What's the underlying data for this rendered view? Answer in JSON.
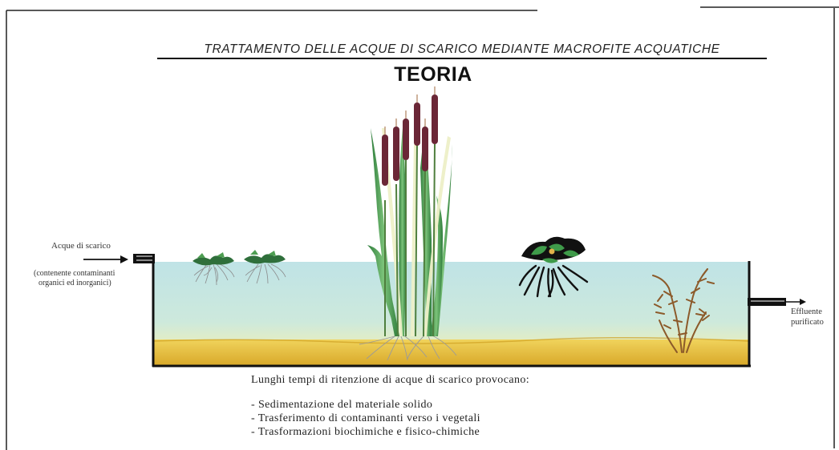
{
  "diagram": {
    "subtitle": "TRATTAMENTO DELLE ACQUE DI SCARICO MEDIANTE MACROFITE ACQUATICHE",
    "title": "TEORIA",
    "inlet": {
      "label": "Acque di scarico",
      "detail_line1": "(contenente contaminanti",
      "detail_line2": "organici ed inorganici)"
    },
    "outlet": {
      "label_line1": "Effluente",
      "label_line2": "purificato"
    },
    "notes": {
      "intro": "Lunghi tempi di ritenzione di acque di scarico provocano:",
      "items": [
        "- Sedimentazione del materiale solido",
        "- Trasferimento di contaminanti verso i vegetali",
        "- Trasformazioni biochimiche e fisico-chimiche"
      ]
    },
    "colors": {
      "water_top": "#bfe3e6",
      "water_bottom": "#d9ead0",
      "sediment": "#e1b531",
      "tank_wall": "#111111",
      "cattail_head": "#6b2737",
      "leaf_green": "#4aa05a"
    }
  }
}
